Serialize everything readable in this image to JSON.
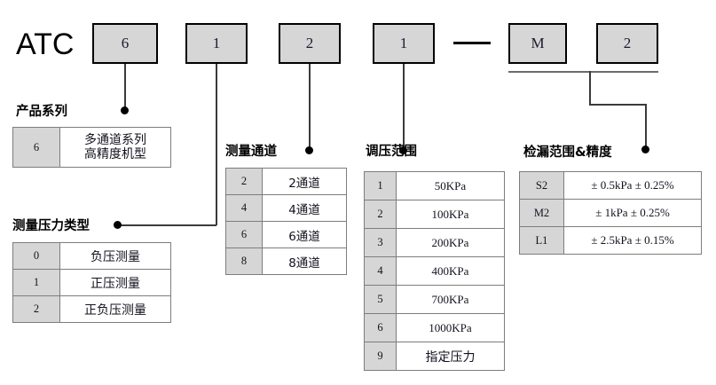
{
  "header": {
    "brand": "ATC",
    "separator": "—",
    "boxes": [
      {
        "name": "series",
        "value": "6"
      },
      {
        "name": "pressure-type",
        "value": "1"
      },
      {
        "name": "channels",
        "value": "2"
      },
      {
        "name": "pressure-range",
        "value": "1"
      },
      {
        "name": "leak-letter",
        "value": "M"
      },
      {
        "name": "leak-number",
        "value": "2"
      }
    ]
  },
  "sections": {
    "product_series": {
      "caption": "产品系列",
      "rows": [
        {
          "code": "6",
          "value": "多通道系列\n高精度机型"
        }
      ]
    },
    "pressure_type": {
      "caption": "测量压力类型",
      "rows": [
        {
          "code": "0",
          "value": "负压测量"
        },
        {
          "code": "1",
          "value": "正压测量"
        },
        {
          "code": "2",
          "value": "正负压测量"
        }
      ]
    },
    "measure_channel": {
      "caption": "测量通道",
      "rows": [
        {
          "code": "2",
          "value": "2通道"
        },
        {
          "code": "4",
          "value": "4通道"
        },
        {
          "code": "6",
          "value": "6通道"
        },
        {
          "code": "8",
          "value": "8通道"
        }
      ]
    },
    "pressure_range": {
      "caption": "调压范围",
      "rows": [
        {
          "code": "1",
          "value": "50KPa"
        },
        {
          "code": "2",
          "value": "100KPa"
        },
        {
          "code": "3",
          "value": "200KPa"
        },
        {
          "code": "4",
          "value": "400KPa"
        },
        {
          "code": "5",
          "value": "700KPa"
        },
        {
          "code": "6",
          "value": "1000KPa"
        },
        {
          "code": "9",
          "value": "指定压力"
        }
      ]
    },
    "leak_range": {
      "caption": "检漏范围&精度",
      "rows": [
        {
          "code": "S2",
          "value": "± 0.5kPa  ± 0.25%"
        },
        {
          "code": "M2",
          "value": "± 1kPa  ± 0.25%"
        },
        {
          "code": "L1",
          "value": "± 2.5kPa  ± 0.15%"
        }
      ]
    }
  },
  "colors": {
    "cell_gray": "#d6d6d6",
    "border": "#7d7d7d",
    "line": "#3a3a3a"
  }
}
